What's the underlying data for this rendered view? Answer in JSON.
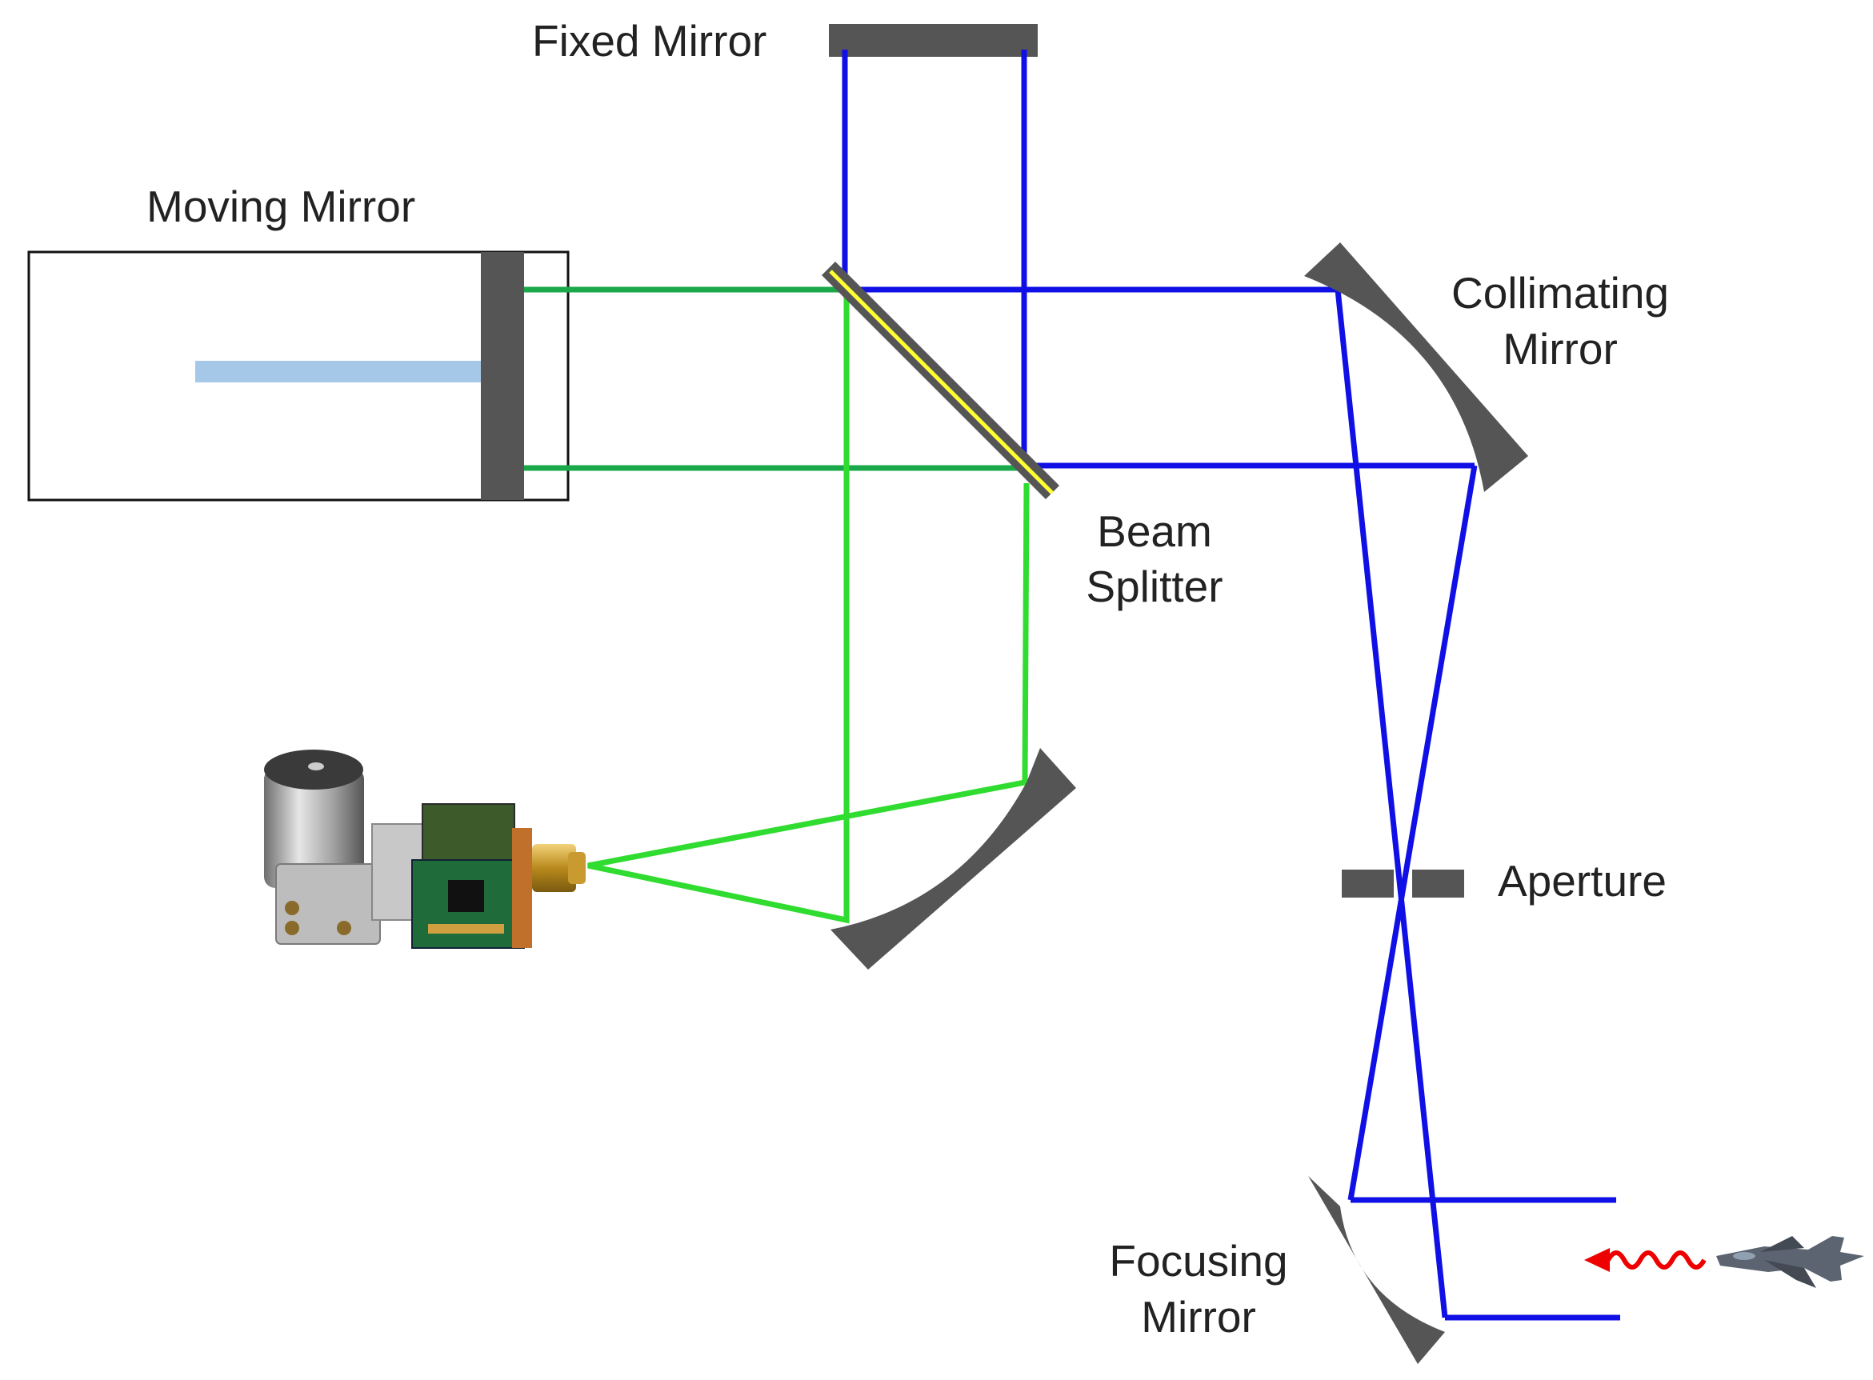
{
  "labels": {
    "fixed_mirror": "Fixed Mirror",
    "moving_mirror": "Moving Mirror",
    "collimating_mirror": [
      "Collimating",
      "Mirror"
    ],
    "beam_splitter": [
      "Beam",
      "Splitter"
    ],
    "aperture": "Aperture",
    "focusing_mirror": [
      "Focusing",
      "Mirror"
    ]
  },
  "colors": {
    "beam_blue": "#1010e6",
    "beam_green": "#2fdc2f",
    "beam_green_dark": "#1aa84a",
    "mirror_gray": "#555555",
    "actuator_rod": "#a6c8e8",
    "splitter_coating": "#ffff33",
    "incoming_radiation": "#ee0000"
  },
  "icons": {
    "detector": "infrared-camera-detector-icon",
    "target": "fighter-jet-icon",
    "radiation": "wavy-arrow-icon"
  }
}
